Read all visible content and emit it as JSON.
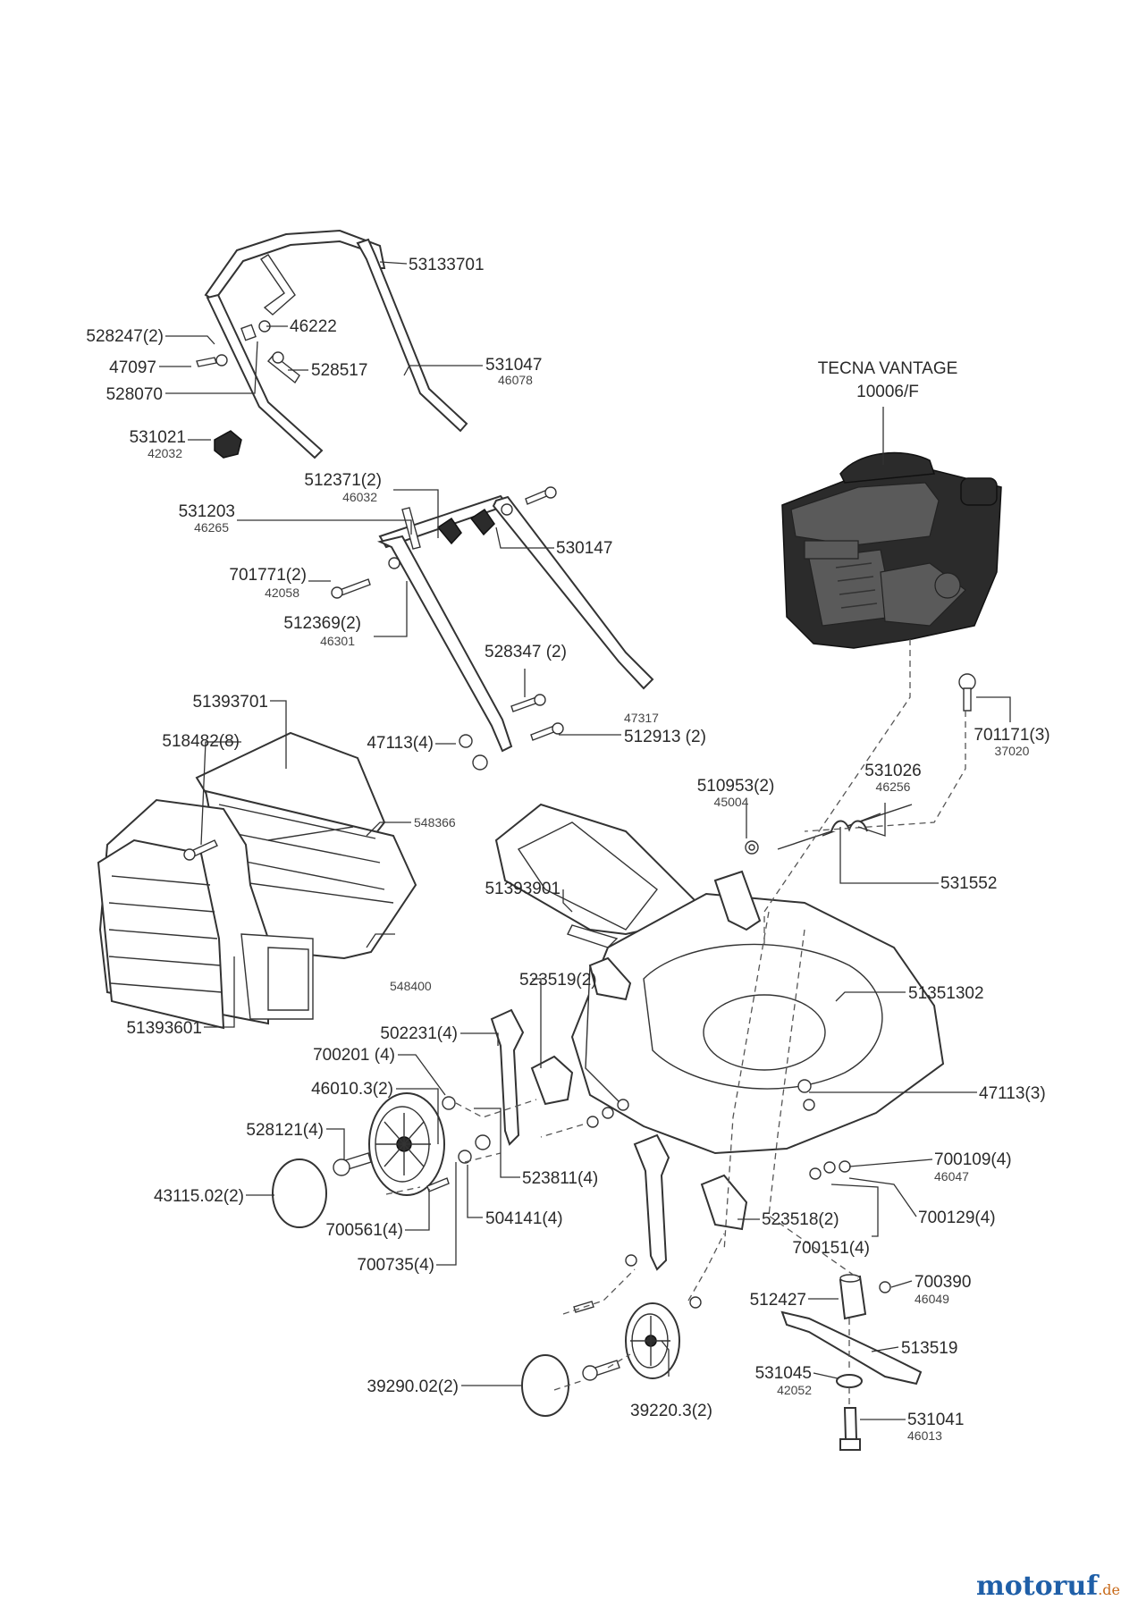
{
  "engine": {
    "line1": "TECNA VANTAGE",
    "line2": "10006/F"
  },
  "labels": {
    "p53133701": {
      "main": "53133701"
    },
    "p528247": {
      "main": "528247(2)"
    },
    "p46222": {
      "main": "46222"
    },
    "p47097": {
      "main": "47097"
    },
    "p528517": {
      "main": "528517"
    },
    "p531047": {
      "main": "531047",
      "sub": "46078"
    },
    "p528070": {
      "main": "528070"
    },
    "p531021": {
      "main": "531021",
      "sub": "42032"
    },
    "p512371": {
      "main": "512371(2)",
      "sub": "46032"
    },
    "p531203": {
      "main": "531203",
      "sub": "46265"
    },
    "p530147": {
      "main": "530147"
    },
    "p701771": {
      "main": "701771(2)",
      "sub": "42058"
    },
    "p512369": {
      "main": "512369(2)",
      "sub": "46301"
    },
    "p528347": {
      "main": "528347 (2)"
    },
    "p47317": {
      "main": "47317"
    },
    "p512913": {
      "main": "512913 (2)"
    },
    "p47113_4": {
      "main": "47113(4)"
    },
    "p51393701": {
      "main": "51393701"
    },
    "p518482": {
      "main": "518482(8)"
    },
    "p548366": {
      "main": "548366"
    },
    "p701171": {
      "main": "701171(3)",
      "sub": "37020"
    },
    "p531026": {
      "main": "531026",
      "sub": "46256"
    },
    "p510953": {
      "main": "510953(2)",
      "sub": "45004"
    },
    "p531552": {
      "main": "531552"
    },
    "p51393901": {
      "main": "51393901"
    },
    "p548400": {
      "main": "548400"
    },
    "p51393601": {
      "main": "51393601"
    },
    "p523519": {
      "main": "523519(2)"
    },
    "p51351302": {
      "main": "51351302"
    },
    "p502231": {
      "main": "502231(4)"
    },
    "p700201": {
      "main": "700201 (4)"
    },
    "p46010": {
      "main": "46010.3(2)"
    },
    "p47113_3": {
      "main": "47113(3)"
    },
    "p528121": {
      "main": "528121(4)"
    },
    "p523811": {
      "main": "523811(4)"
    },
    "p700109": {
      "main": "700109(4)",
      "sub": "46047"
    },
    "p43115": {
      "main": "43115.02(2)"
    },
    "p700129": {
      "main": "700129(4)"
    },
    "p523518": {
      "main": "523518(2)"
    },
    "p700561": {
      "main": "700561(4)"
    },
    "p504141": {
      "main": "504141(4)"
    },
    "p700151": {
      "main": "700151(4)"
    },
    "p700735": {
      "main": "700735(4)"
    },
    "p700390": {
      "main": "700390",
      "sub": "46049"
    },
    "p512427": {
      "main": "512427"
    },
    "p513519": {
      "main": "513519"
    },
    "p531045": {
      "main": "531045",
      "sub": "42052"
    },
    "p39290": {
      "main": "39290.02(2)"
    },
    "p39220": {
      "main": "39220.3(2)"
    },
    "p531041": {
      "main": "531041",
      "sub": "46013"
    }
  },
  "watermark": {
    "main": "motoruf",
    "tld": ".de",
    "colors": {
      "main": "#1f5fa8",
      "tld": "#c86a1a"
    }
  }
}
